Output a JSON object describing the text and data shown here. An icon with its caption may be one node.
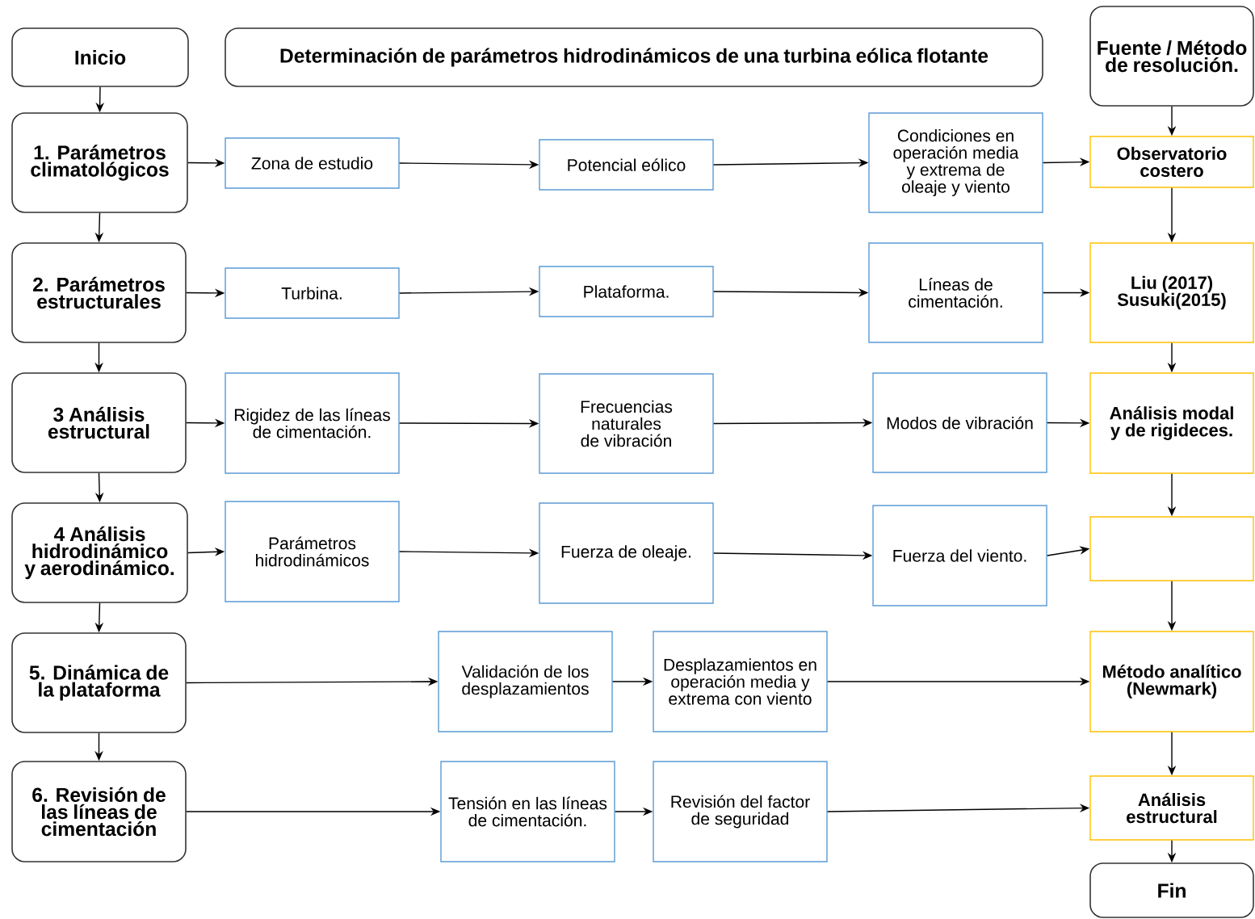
{
  "diagram": {
    "nodes": [
      {
        "text": [
          "Inicio"
        ]
      },
      {
        "text": [
          "Determinación de parámetros hidrodinámicos de una turbina eólica flotante"
        ]
      },
      {
        "text": [
          "Fuente / Método de resolución."
        ]
      },
      {
        "text": [
          "1. Parámetros climatológicos"
        ]
      },
      {
        "text": [
          "Zona de estudio"
        ]
      },
      {
        "text": [
          "Potencial eólico"
        ]
      },
      {
        "text": [
          "Condiciones en operación media y extrema de oleaje y viento"
        ]
      },
      {
        "text": [
          "Observatorio costero"
        ]
      },
      {
        "text": [
          "2. Parámetros estructurales"
        ]
      },
      {
        "text": [
          "Turbina."
        ]
      },
      {
        "text": [
          "Plataforma."
        ]
      },
      {
        "text": [
          "Líneas de cimentación."
        ]
      },
      {
        "text": [
          "Liu (2017) Susuki(2015)"
        ]
      },
      {
        "text": [
          "3 Análisis estructural"
        ]
      },
      {
        "text": [
          "Rigidez de las líneas de cimentación."
        ]
      },
      {
        "text": [
          "Frecuencias naturales de vibración"
        ]
      },
      {
        "text": [
          "Modos de vibración"
        ]
      },
      {
        "text": [
          "Análisis modal y de rigideces."
        ]
      },
      {
        "text": [
          "4 Análisis hidrodinámico y aerodinámico."
        ]
      },
      {
        "text": [
          "Parámetros hidrodinámicos"
        ]
      },
      {
        "text": [
          "Fuerza de oleaje."
        ]
      },
      {
        "text": [
          "Fuerza del viento."
        ]
      },
      {
        "text": [],
        "shape": "box"
      },
      {
        "text": [
          "5. Dinámica de la plataforma"
        ]
      },
      {
        "text": [
          "Validación de los desplazamientos"
        ]
      },
      {
        "text": [
          "Desplazamientos en operación media y extrema con viento"
        ]
      },
      {
        "text": [
          "Método analítico (Newmark)"
        ]
      },
      {
        "text": [
          "6. Revisión de las líneas de cimentación"
        ]
      },
      {
        "text": [
          "Tensión en las líneas de cimentación."
        ]
      },
      {
        "text": [
          "Revisión del factor de seguridad"
        ]
      },
      {
        "text": [
          "Análisis estructural"
        ]
      },
      {
        "text": [
          "Fin"
        ]
      }
    ],
    "edges": [
      {
        "from": 0,
        "to": 3,
        "arrow": "to"
      },
      {
        "from": 3,
        "to": 8,
        "arrow": "to"
      },
      {
        "from": 8,
        "to": 13,
        "arrow": "to"
      },
      {
        "from": 13,
        "to": 18,
        "arrow": "to"
      },
      {
        "from": 18,
        "to": 23,
        "arrow": "to"
      },
      {
        "from": 23,
        "to": 27,
        "arrow": "to"
      },
      {
        "from": 3,
        "to": 4,
        "arrow": "to"
      },
      {
        "from": 4,
        "to": 5,
        "arrow": "to"
      },
      {
        "from": 5,
        "to": 6,
        "arrow": "to"
      },
      {
        "from": 6,
        "to": 7,
        "arrow": "to"
      },
      {
        "from": 8,
        "to": 9,
        "arrow": "to"
      },
      {
        "from": 9,
        "to": 10,
        "arrow": "to"
      },
      {
        "from": 10,
        "to": 11,
        "arrow": "to"
      },
      {
        "from": 11,
        "to": 12,
        "arrow": "to"
      },
      {
        "from": 13,
        "to": 14,
        "arrow": "to"
      },
      {
        "from": 14,
        "to": 15,
        "arrow": "to"
      },
      {
        "from": 15,
        "to": 16,
        "arrow": "to"
      },
      {
        "from": 16,
        "to": 17,
        "arrow": "to"
      },
      {
        "from": 18,
        "to": 19,
        "arrow": "to"
      },
      {
        "from": 19,
        "to": 20,
        "arrow": "to"
      },
      {
        "from": 20,
        "to": 21,
        "arrow": "to"
      },
      {
        "from": 21,
        "to": 22,
        "arrow": "to"
      },
      {
        "from": 23,
        "to": 24,
        "arrow": "to"
      },
      {
        "from": 24,
        "to": 25,
        "arrow": "to"
      },
      {
        "from": 25,
        "to": 26,
        "arrow": "to"
      },
      {
        "from": 27,
        "to": 28,
        "arrow": "to"
      },
      {
        "from": 28,
        "to": 29,
        "arrow": "to"
      },
      {
        "from": 29,
        "to": 30,
        "arrow": "to"
      },
      {
        "from": 2,
        "to": 7,
        "arrow": "to"
      },
      {
        "from": 7,
        "to": 12,
        "arrow": "to"
      },
      {
        "from": 12,
        "to": 17,
        "arrow": "to"
      },
      {
        "from": 17,
        "to": 22,
        "arrow": "to"
      },
      {
        "from": 22,
        "to": 26,
        "arrow": "to"
      },
      {
        "from": 26,
        "to": 30,
        "arrow": "to"
      },
      {
        "from": 30,
        "to": 31,
        "arrow": "to"
      }
    ]
  }
}
